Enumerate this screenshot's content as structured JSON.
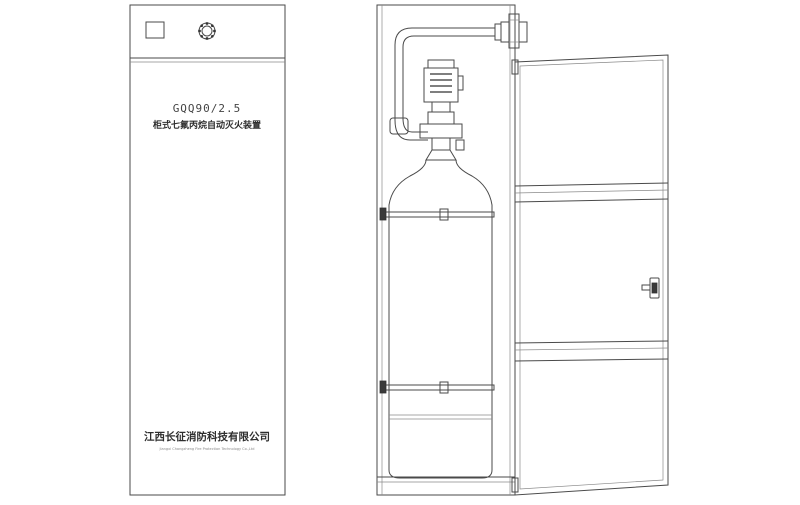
{
  "front_panel": {
    "model": "GQQ90/2.5",
    "product_name": "柜式七氟丙烷自动灭火装置",
    "company_name": "江西长征消防科技有限公司",
    "company_name_en": "Jiangxi Changzheng Fire Protection Technology Co.,Ltd"
  }
}
